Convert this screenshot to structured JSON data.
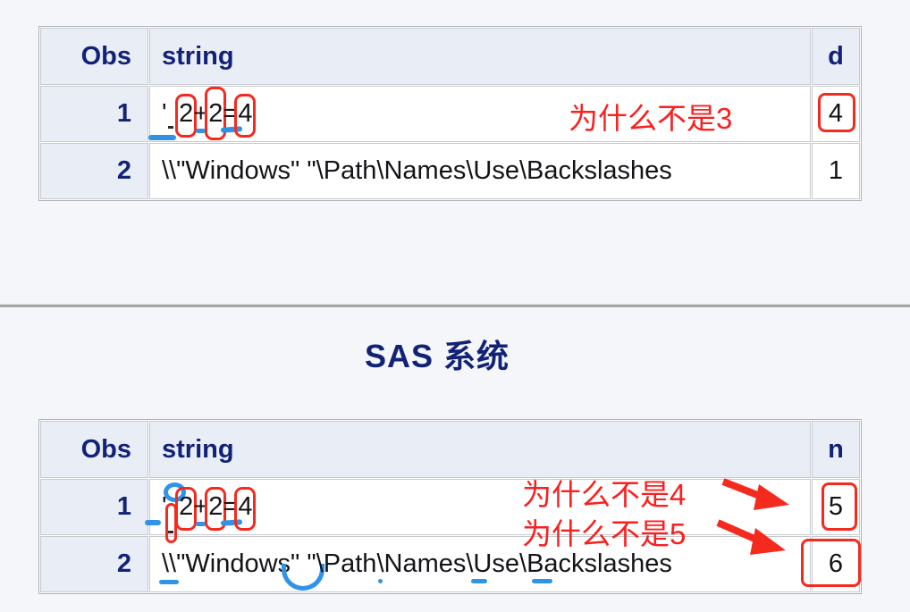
{
  "colors": {
    "annotation_red": "#f42a1e",
    "annotation_blue": "#2f93e8",
    "header_navy": "#112277"
  },
  "section2": {
    "title": "SAS 系统"
  },
  "table1": {
    "headers": {
      "obs": "Obs",
      "string": "string",
      "value": "d"
    },
    "rows": [
      {
        "obs": "1",
        "value": "4",
        "parts": {
          "q1": "'",
          "sp": " ",
          "q2": "'",
          "n1": "2",
          "plus": "+",
          "n2": "2",
          "eq": "=",
          "n3": "4"
        }
      },
      {
        "obs": "2",
        "value": "1",
        "string": "\\\\\"Windows\" \"\\Path\\Names\\Use\\Backslashes"
      }
    ],
    "annotation": {
      "text": "为什么不是3"
    }
  },
  "table2": {
    "headers": {
      "obs": "Obs",
      "string": "string",
      "value": "n"
    },
    "rows": [
      {
        "obs": "1",
        "value": "5",
        "parts": {
          "q1": "'",
          "sp": " ",
          "q2": "'",
          "n1": "2",
          "plus": "+",
          "n2": "2",
          "eq": "=",
          "n3": "4"
        }
      },
      {
        "obs": "2",
        "value": "6",
        "parts": {
          "bs": "\\\\",
          "win": "\"Windows\"",
          "sp": " ",
          "p1": "\"\\Path",
          "b1": "\\",
          "nm": "Names",
          "b2": "\\U",
          "p2": "se",
          "p3": "\\",
          "ba": "Ba",
          "p4": "ckslashes"
        }
      }
    ],
    "annotations": [
      {
        "text": "为什么不是4"
      },
      {
        "text": "为什么不是5"
      }
    ]
  }
}
